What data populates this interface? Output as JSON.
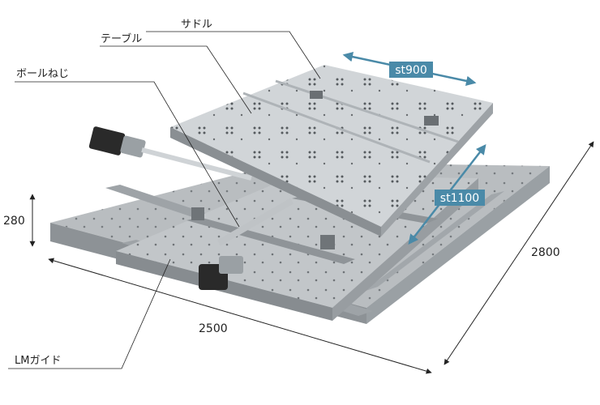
{
  "labels": {
    "saddle": "サドル",
    "table": "テーブル",
    "ball_screw": "ボールねじ",
    "lm_guide": "LMガイド"
  },
  "dimensions": {
    "height": "280",
    "width": "2500",
    "depth": "2800"
  },
  "strokes": {
    "x": "st900",
    "y": "st1100"
  },
  "colors": {
    "accent": "#4a8aa8",
    "steel_light": "#c8cccf",
    "steel_mid": "#a9aeb2",
    "steel_dark": "#7e8489",
    "motor": "#2a2a2a"
  }
}
